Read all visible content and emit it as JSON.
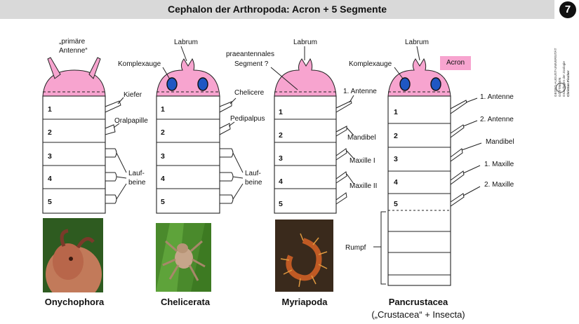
{
  "header": {
    "title": "Cephalon der Arthropoda: Acron + 5 Segmente",
    "slide_number": "7"
  },
  "sidebar": {
    "lines": [
      "GEORG-AUGUST-UNIVERSITÄT",
      "GÖTTINGEN",
      "Grundlagen der Zoologie",
      "Christian Fischer"
    ]
  },
  "colors": {
    "acron": "#f7a4cf",
    "eye": "#1f57c3",
    "banner": "#d9d9d9"
  },
  "segments": [
    "1",
    "2",
    "3",
    "4",
    "5"
  ],
  "onychophora": {
    "name": "Onychophora",
    "antenna_label": [
      "„primäre",
      "Antenne“"
    ],
    "kiefer": "Kiefer",
    "oralpapille": "Oralpapille",
    "laufbeine": [
      "Lauf-",
      "beine"
    ]
  },
  "chelicerata": {
    "name": "Chelicerata",
    "labrum": "Labrum",
    "komplexauge": "Komplexauge",
    "chelicere": "Chelicere",
    "pedipalpus": "Pedipalpus",
    "laufbeine": [
      "Lauf-",
      "beine"
    ]
  },
  "myriapoda": {
    "name": "Myriapoda",
    "labrum": "Labrum",
    "praeantennal": [
      "praeantennales",
      "Segment ?"
    ],
    "antenne1": "1. Antenne",
    "mandibel": "Mandibel",
    "maxille1": "Maxille I",
    "maxille2": "Maxille II"
  },
  "pancrustacea": {
    "name": "Pancrustacea",
    "subtitle": "(„Crustacea“ + Insecta)",
    "labrum": "Labrum",
    "komplexauge": "Komplexauge",
    "acron": "Acron",
    "antenne1": "1. Antenne",
    "antenne2": "2. Antenne",
    "mandibel": "Mandibel",
    "maxille1": "1. Maxille",
    "maxille2": "2. Maxille",
    "rumpf": "Rumpf"
  }
}
